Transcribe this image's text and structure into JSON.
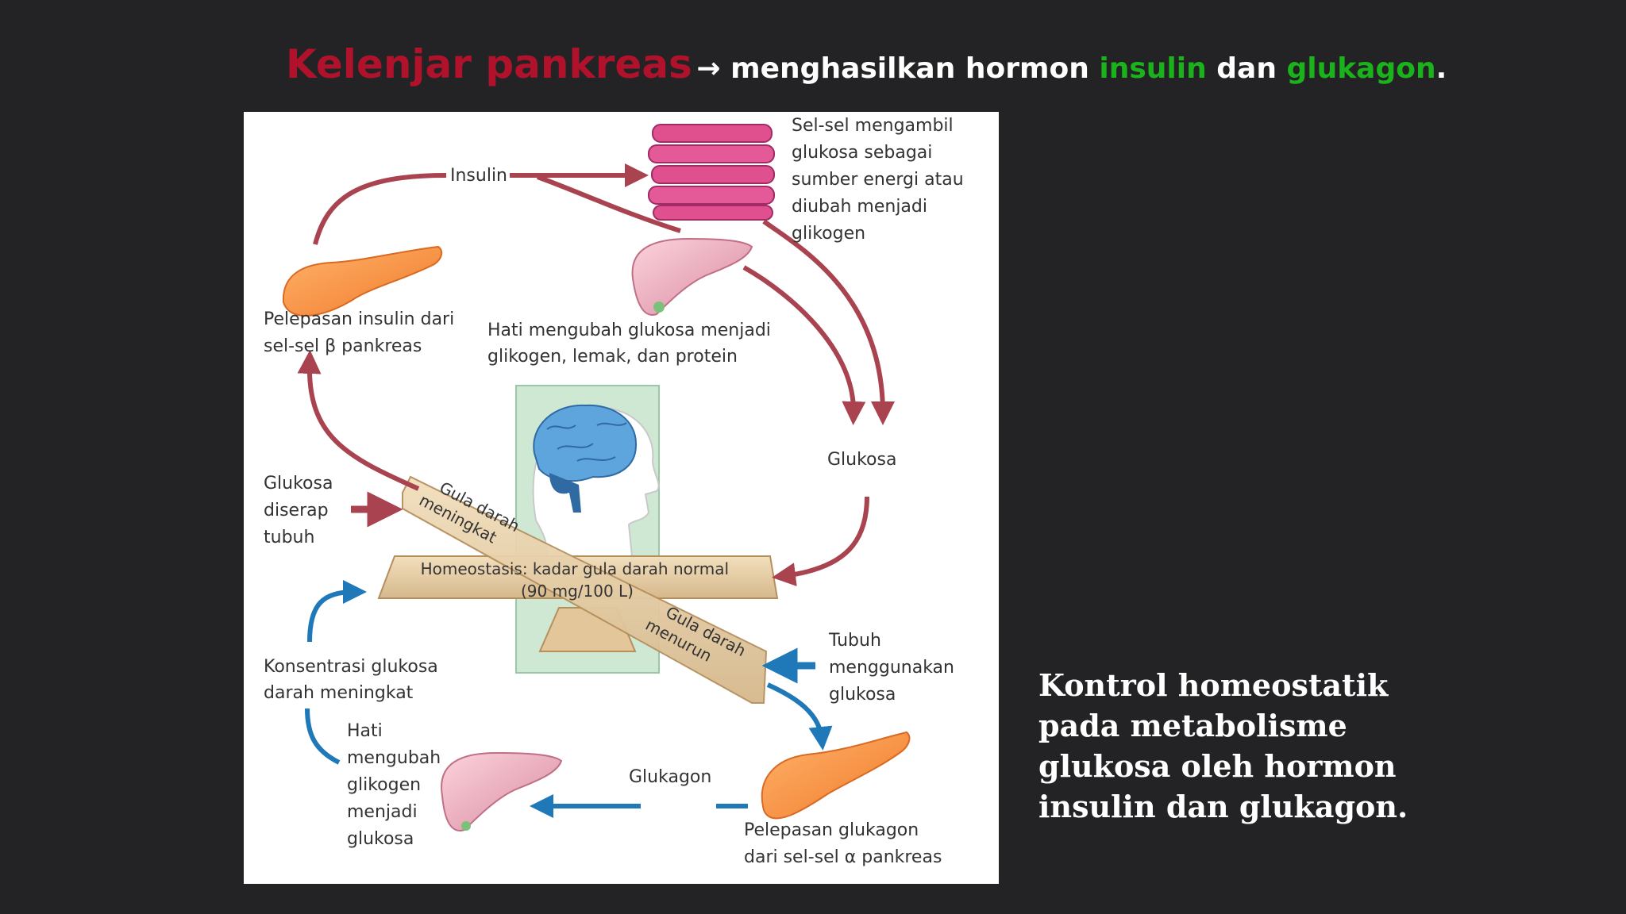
{
  "title": {
    "part1": "Kelenjar pankreas",
    "arrow": "→",
    "part2": " menghasilkan hormon ",
    "insulin": "insulin",
    "part3": " dan ",
    "glukagon": "glukagon",
    "period": "."
  },
  "diagram": {
    "insulin_label": "Insulin",
    "cells_text": [
      "Sel-sel mengambil",
      "glukosa sebagai",
      "sumber energi atau",
      "diubah menjadi",
      "glikogen"
    ],
    "release_insulin": [
      "Pelepasan insulin dari",
      "sel-sel β pankreas"
    ],
    "liver_converts": [
      "Hati mengubah glukosa menjadi",
      "glikogen, lemak, dan protein"
    ],
    "glukosa": "Glukosa",
    "absorbed": [
      "Glukosa",
      "diserap",
      "tubuh"
    ],
    "rising": [
      "Gula darah",
      "meningkat"
    ],
    "homeostasis": [
      "Homeostasis: kadar gula darah normal",
      "(90 mg/100 L)"
    ],
    "falling": [
      "Gula darah",
      "menurun"
    ],
    "uses": [
      "Tubuh",
      "menggunakan",
      "glukosa"
    ],
    "concentration": [
      "Konsentrasi glukosa",
      "darah meningkat"
    ],
    "liver_glycogen": [
      "Hati",
      "mengubah",
      "glikogen",
      "menjadi",
      "glukosa"
    ],
    "glukagon_label": "Glukagon",
    "release_glucagon": [
      "Pelepasan glukagon",
      "dari sel-sel α pankreas"
    ]
  },
  "caption": [
    "Kontrol homeostatik",
    "pada metabolisme",
    "glukosa oleh hormon",
    "insulin dan glukagon."
  ],
  "colors": {
    "insulin_arrow": "#a8434f",
    "glucagon_arrow": "#1f79b8",
    "title_red": "#b0122b",
    "title_green": "#1bb31b"
  }
}
